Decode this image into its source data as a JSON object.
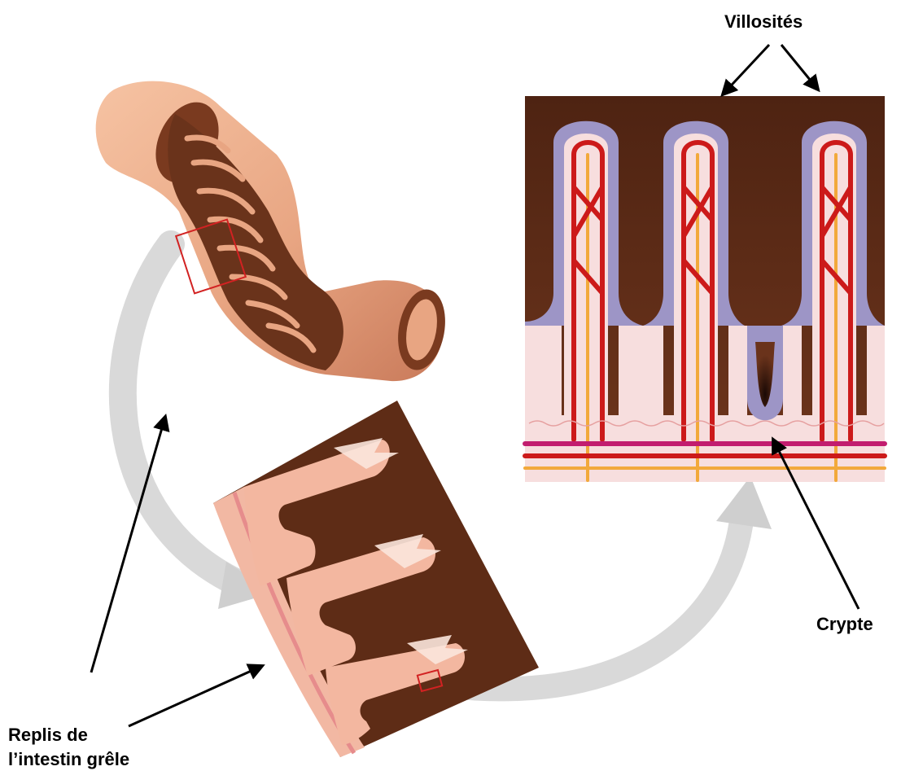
{
  "labels": {
    "villosites": "Villosités",
    "crypte": "Crypte",
    "replis_line1": "Replis de",
    "replis_line2": "l’intestin grêle"
  },
  "colors": {
    "lumen_brown": "#5b2a16",
    "intestine_wall": "#e8a582",
    "intestine_shade": "#c97a5a",
    "villus_membrane": "#9d95c6",
    "artery": "#cc1a1a",
    "vein": "#c21d6f",
    "lymph": "#f2a93b",
    "connective_pink": "#f7dede",
    "arrow_grey": "#d3d3d3",
    "highlight_box": "#d22222"
  }
}
